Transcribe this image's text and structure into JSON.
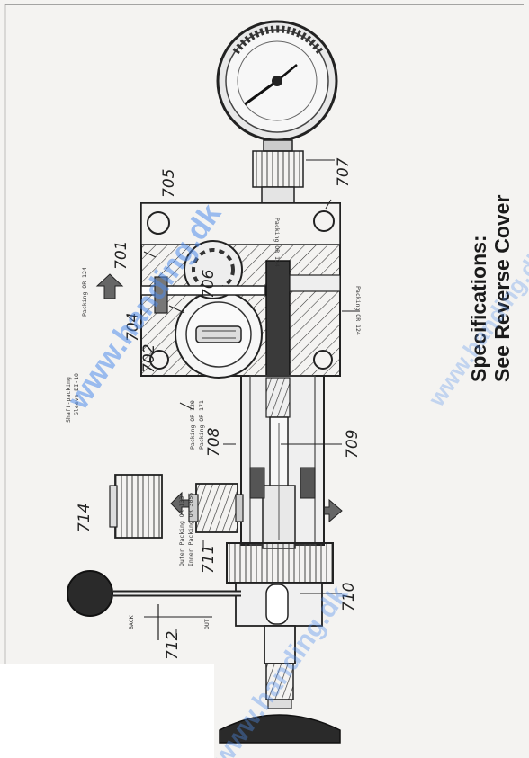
{
  "callouts": {
    "c701": "701",
    "c702": "702",
    "c704": "704",
    "c705": "705",
    "c706": "706",
    "c707": "707",
    "c708": "708",
    "c709": "709",
    "c710": "710",
    "c711": "711",
    "c712": "712",
    "c714": "714"
  },
  "small_labels": {
    "shaft_packing": "Shaft-packing",
    "sleeve": "Sleeve DI-10",
    "packing_or124_left": "Packing OR 124",
    "packing_or124_block": "Packing OR 124",
    "packing_or124_bottom": "Packing OR 124",
    "packing_or120": "Packing OR 120",
    "packing_or171": "Packing OR 171",
    "outer_packing": "Outer Packing OR 133",
    "inner_packing": "Inner Packing OR 3056",
    "back": "BACK",
    "out": "OUT"
  },
  "specifications": {
    "line1": "Specifications:",
    "line2": "See Reverse Cover"
  },
  "watermark": {
    "text": "www.handing.dk",
    "color": "#4f8ceb"
  }
}
